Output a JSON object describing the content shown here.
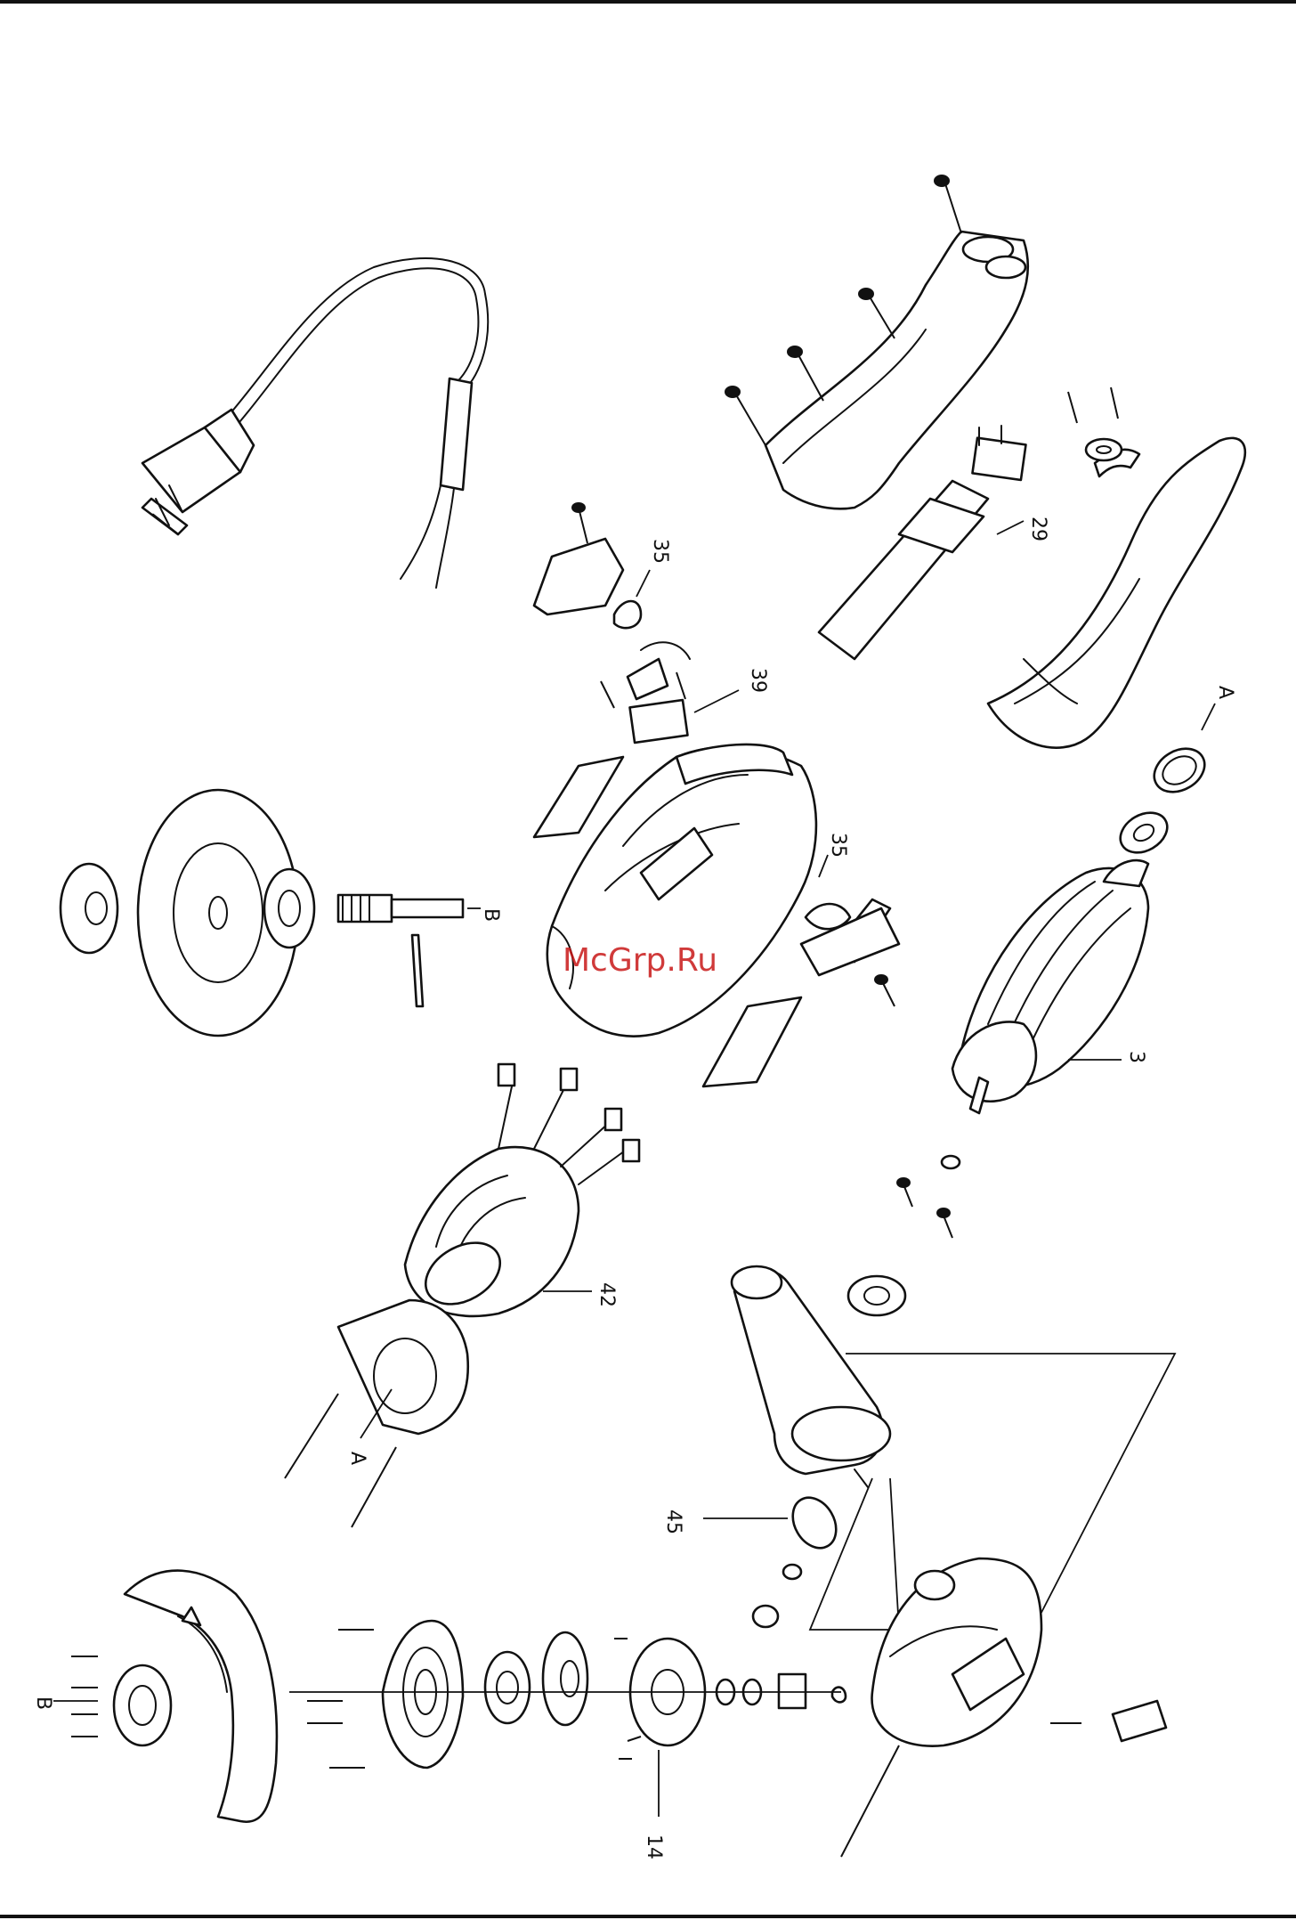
{
  "watermark": "McGrp.Ru",
  "colors": {
    "line": "#111111",
    "watermark": "#c81818",
    "background": "#ffffff"
  },
  "callouts": {
    "c29": "29",
    "c35a": "35",
    "c35b": "35",
    "c39": "39",
    "cA1": "A",
    "cA2": "A",
    "cB1": "B",
    "cB2": "B",
    "c3": "3",
    "c42": "42",
    "c45": "45",
    "c14": "14"
  }
}
